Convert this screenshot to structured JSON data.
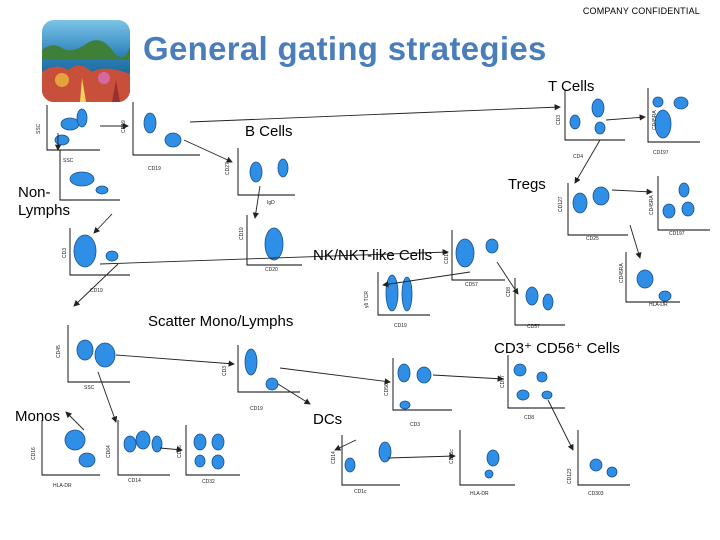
{
  "header": {
    "confidential": "COMPANY CONFIDENTIAL",
    "title": "General gating strategies"
  },
  "populations": {
    "t_cells": "T Cells",
    "b_cells": "B Cells",
    "non_lymphs": "Non-\nLymphs",
    "tregs": "Tregs",
    "nk_nkt": "NK/NKT-like Cells",
    "scatter": "Scatter Mono/Lymphs",
    "cd3_cd56": "CD3⁺ CD56⁺ Cells",
    "monos": "Monos",
    "dcs": "DCs"
  },
  "axes": {
    "ssc": "SSC",
    "cd3": "CD3",
    "cd19": "CD19",
    "cd4": "CD4",
    "cd8": "CD8",
    "cd45ra": "CD45RA",
    "cd127": "CD127",
    "cd27": "CD27",
    "cd197": "CD197",
    "cd25": "CD25",
    "cd56": "CD56",
    "cd57": "CD57",
    "cd20": "CD20",
    "cd16": "CD16",
    "cd14": "CD14",
    "cd11c": "CD11c",
    "cd123": "CD123",
    "cd45": "CD45",
    "cd32": "CD32",
    "cd64": "CD64",
    "cd86": "CD86",
    "cd141": "CD141",
    "hla_dr": "HLA-DR",
    "igd": "IgD",
    "gamma_delta": "γδ TCR",
    "cd1c": "CD1c",
    "cd303": "CD303"
  },
  "colors": {
    "title": "#4a7ebb",
    "gate_fill": "#2f8ee5",
    "gate_stroke": "#1a4f8a"
  },
  "icons": [
    "coral-reef-photo"
  ]
}
